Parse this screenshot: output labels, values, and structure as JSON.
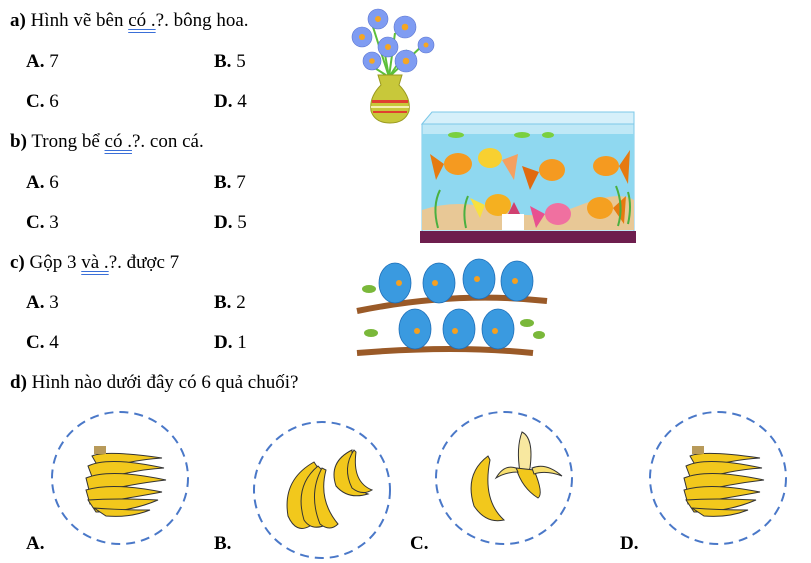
{
  "questions": [
    {
      "label": "a)",
      "before": "Hình vẽ bên ",
      "underlined": "có .",
      "after": "?. bông hoa.",
      "options": [
        {
          "letter": "A.",
          "value": "7"
        },
        {
          "letter": "B.",
          "value": "5"
        },
        {
          "letter": "C.",
          "value": "6"
        },
        {
          "letter": "D.",
          "value": "4"
        }
      ],
      "image": "vase-of-flowers"
    },
    {
      "label": "b)",
      "before": "Trong bể ",
      "underlined": "có .",
      "after": "?. con cá.",
      "options": [
        {
          "letter": "A.",
          "value": "6"
        },
        {
          "letter": "B.",
          "value": "7"
        },
        {
          "letter": "C.",
          "value": "3"
        },
        {
          "letter": "D.",
          "value": "5"
        }
      ],
      "image": "fish-aquarium"
    },
    {
      "label": "c)",
      "before": "Gộp 3 ",
      "underlined": "và .",
      "after": "?. được 7",
      "options": [
        {
          "letter": "A.",
          "value": "3"
        },
        {
          "letter": "B.",
          "value": "2"
        },
        {
          "letter": "C.",
          "value": "4"
        },
        {
          "letter": "D.",
          "value": "1"
        }
      ],
      "image": "birds-on-branches"
    },
    {
      "label": "d)",
      "text": "Hình nào dưới đây có 6 quả chuối?",
      "options": [
        {
          "letter": "A.",
          "image": "banana-bunch"
        },
        {
          "letter": "B.",
          "image": "two-banana-bunches"
        },
        {
          "letter": "C.",
          "image": "banana-and-peeled-banana"
        },
        {
          "letter": "D.",
          "image": "banana-bunch"
        }
      ]
    }
  ],
  "colors": {
    "underline": "#3a6fd8",
    "circle_dash": "#4a78c8",
    "banana": "#f2c81c",
    "flower": "#7f9cf2",
    "bird": "#3a9ae0",
    "water": "#8fd8f0",
    "tank_base": "#6e1e4e"
  }
}
